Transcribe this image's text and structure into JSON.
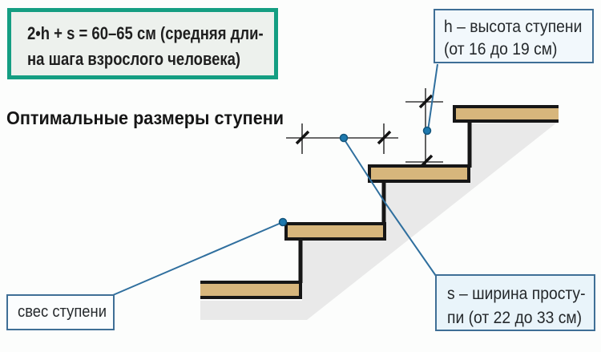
{
  "formula_box": {
    "line1": "2•h + s = 60–65 см (средняя дли-",
    "line2": "на шага взрослого человека)"
  },
  "title": "Оптимальные размеры ступени",
  "callouts": {
    "height": {
      "line1": "h – высота ступени",
      "line2": "(от 16 до 19 см)"
    },
    "tread_width": {
      "line1": "s – ширина просту-",
      "line2": "пи (от 22 до 33 см)"
    },
    "overhang": {
      "label": "свес ступени"
    }
  },
  "colors": {
    "accent_green": "#149e82",
    "formula_fill": "#edf1ed",
    "callout_border_blue": "#3f6f96",
    "callout_fill_blue": "#e9f4fa",
    "leader_blue": "#2f6f9e",
    "dot_fill": "#1e79ae",
    "dot_stroke": "#14567d",
    "tread_tan": "#d7b67c",
    "outline_black": "#161616",
    "stringer_gray": "#e9e9e9",
    "dim_line": "#3a3a3a",
    "tick_black": "#141414"
  }
}
